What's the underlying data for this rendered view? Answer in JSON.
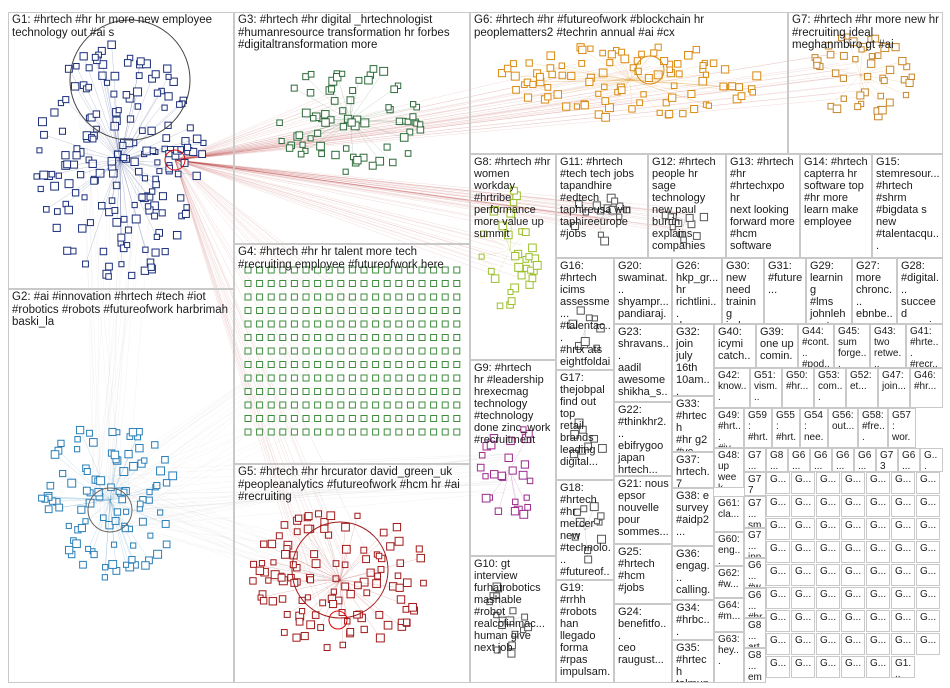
{
  "groups": [
    {
      "id": "G1",
      "label": "G1: #hrtech #hr hr more new employee\ntechnology out #ai s",
      "color": "#1c2f7a"
    },
    {
      "id": "G2",
      "label": "G2: #ai #innovation #hrtech #tech #iot\n#robotics #robots #futureofwork harbrimah\nbaski_la",
      "color": "#2a7fb8"
    },
    {
      "id": "G3",
      "label": "G3: #hrtech #hr digital _hrtechnologist\n#humanresource transformation hr forbes\n#digitaltransformation more",
      "color": "#2e6b3a"
    },
    {
      "id": "G4",
      "label": "G4: #hrtech #hr hr talent more tech\n#recruiting employee #futureofwork here",
      "color": "#3f8c3f"
    },
    {
      "id": "G5",
      "label": "G5: #hrtech #hr hrcurator david_green_uk\n#peopleanalytics #futureofwork #hcm hr #ai\n#recruiting",
      "color": "#a11a1a"
    },
    {
      "id": "G6",
      "label": "G6: #hrtech #hr #futureofwork #blockchain hr\npeoplematters2 #techrin annual #ai #cx",
      "color": "#d98a10"
    },
    {
      "id": "G7",
      "label": "G7: #hrtech #hr more new hr\n#recruiting ideal\nmeghanmbiro gt #ai",
      "color": "#c8862a"
    },
    {
      "id": "G8",
      "label": "G8: #hrtech #hr\nwomen\nworkday\n#hrtribe\nperformance\nmore value up\nsummit",
      "color": "#9cbf2a"
    },
    {
      "id": "G9",
      "label": "G9: #hrtech\nhr #leadership\nhrexecmag\ntechnology\n#technology\ndone zinc_work\n#recruitment",
      "color": "#9c2a8c"
    },
    {
      "id": "G10",
      "label": "G10: gt\ninterview\nfurhatrobotics\nmashable\n#robot\nrealcolinmac...\nhuman give\nnext job",
      "color": "#555"
    },
    {
      "id": "G11",
      "label": "G11: #hrtech\n#tech tech jobs\ntapandhire\n#edtech\ntaphireusa win\ntaphireeurope\n#jobs",
      "color": "#555"
    },
    {
      "id": "G12",
      "label": "G12: #hrtech\npeople hr\nsage\ntechnology\nnew paul\nburrin explains\ncompanies",
      "color": "#555"
    },
    {
      "id": "G13",
      "label": "G13: #hrtech\n#hr\n#hrtechxpo hr\nnext looking\nforward more\n#hcm\nsoftware",
      "color": "#555"
    },
    {
      "id": "G14",
      "label": "G14: #hrtech\ncapterra hr\nsoftware top\n#hr more\nlearn make\nemployee",
      "color": "#555"
    },
    {
      "id": "G15",
      "label": "G15:\nstemresour...\n#hrtech\n#shrm\n#bigdata s\nnew\n#talentacqu...",
      "color": "#555"
    },
    {
      "id": "G16",
      "label": "G16:\n#hrtech\nicims\nassessme...\n#talentac...\n#hrtx ats\neightfoldai\nadds...",
      "color": "#555"
    },
    {
      "id": "G17",
      "label": "G17:\nthejobpal\nfind out top\nretail\nbrands\nleading\ndigital...",
      "color": "#555"
    },
    {
      "id": "G18",
      "label": "G18:\n#hrtech #hr\nmercer\nnew\n#technolo...\n#futureof...\nknow...",
      "color": "#555"
    },
    {
      "id": "G19",
      "label": "G19: #rrhh\n#robots\nhan\nllegado\nforma\n#rpas\nimpulsam...",
      "color": "#555"
    },
    {
      "id": "G20",
      "label": "G20:\nswaminat...\nshyampr...\npandiaraj...\n#futureof...",
      "color": "#555"
    },
    {
      "id": "G21",
      "label": "G21: nous\nepsor\nnouvelle\npour\nsommes...",
      "color": "#555"
    },
    {
      "id": "G22",
      "label": "G22:\n#thinkhr2...\nebifrygoo\njapan\nhrtech...",
      "color": "#555"
    },
    {
      "id": "G23",
      "label": "G23:\nshravans...\naadil\nawesome\nshikha_s...",
      "color": "#555"
    },
    {
      "id": "G24",
      "label": "G24:\nbenefitfo...\nceo\nraugust...",
      "color": "#555"
    },
    {
      "id": "G25",
      "label": "G25:\n#hrtech\n#hcm\n#jobs",
      "color": "#555"
    },
    {
      "id": "G26",
      "label": "G26:\nhkp_gr...\nhr\nrichtlini...\ndes mir...",
      "color": "#555"
    },
    {
      "id": "G27",
      "label": "G27:\nmore\nchronc...\nebnbe...",
      "color": "#555"
    },
    {
      "id": "G28",
      "label": "G28:\n#digital...\nsucceed\norgani...\npurpos...",
      "color": "#555"
    },
    {
      "id": "G29",
      "label": "G29:\nlearning\n#lms\njohnleh\nsystem...",
      "color": "#555"
    },
    {
      "id": "G30",
      "label": "G30:\nnew\nneed\ntraining\nindegu...",
      "color": "#555"
    },
    {
      "id": "G31",
      "label": "G31:\n#future...",
      "color": "#555"
    },
    {
      "id": "G32",
      "label": "G32:\njoin july\n16th\n10am...",
      "color": "#555"
    },
    {
      "id": "G33",
      "label": "G33:\n#hrtech\n#hr g2\n#vc...",
      "color": "#555"
    },
    {
      "id": "G34",
      "label": "G34:\n#hrbc...\njoin...",
      "color": "#555"
    },
    {
      "id": "G35",
      "label": "G35:\n#hrtech\ntalmun...",
      "color": "#555"
    },
    {
      "id": "G36",
      "label": "G36:\nengag...\ncalling...",
      "color": "#555"
    },
    {
      "id": "G37",
      "label": "G37:\nhrtech.7\nオススメ",
      "color": "#555"
    },
    {
      "id": "G38",
      "label": "G38: e\nsurvey\n#aidp2...",
      "color": "#555"
    },
    {
      "id": "G39",
      "label": "G39:\none up\ncomin...",
      "color": "#555"
    },
    {
      "id": "G40",
      "label": "G40:\nicymi\ncatch...",
      "color": "#555"
    },
    {
      "id": "G41",
      "label": "G41:\n#hrte...\n#recr...",
      "color": "#555"
    },
    {
      "id": "G42",
      "label": "G42:\nknow...",
      "color": "#555"
    },
    {
      "id": "G43",
      "label": "G43:\ntwo\nretwe...",
      "color": "#555"
    },
    {
      "id": "G44",
      "label": "G44:\n#cont...\n#pod...",
      "color": "#555"
    },
    {
      "id": "G45",
      "label": "G45:\nsum\nforge...",
      "color": "#555"
    },
    {
      "id": "G46",
      "label": "G46:\n#hr...",
      "color": "#555"
    },
    {
      "id": "G47",
      "label": "G47:\njoin...",
      "color": "#555"
    },
    {
      "id": "G48",
      "label": "G48:\nup\nweek...",
      "color": "#555"
    },
    {
      "id": "G49",
      "label": "G49:\n#hrt...\n#iv...",
      "color": "#555"
    },
    {
      "id": "G50",
      "label": "G50:\n#hr...",
      "color": "#555"
    },
    {
      "id": "G51",
      "label": "G51:\nvism...",
      "color": "#555"
    },
    {
      "id": "G52",
      "label": "G52:\net...",
      "color": "#555"
    },
    {
      "id": "G53",
      "label": "G53:\ncom...",
      "color": "#555"
    },
    {
      "id": "G54",
      "label": "G54:\nnee...",
      "color": "#555"
    },
    {
      "id": "G55",
      "label": "G55:\n#hrt...",
      "color": "#555"
    },
    {
      "id": "G56",
      "label": "G56:\nout...",
      "color": "#555"
    },
    {
      "id": "G57",
      "label": "G57:\nwor...",
      "color": "#555"
    },
    {
      "id": "G58",
      "label": "G58:\n#fre...",
      "color": "#555"
    },
    {
      "id": "G59",
      "label": "G59:\n#hrt...",
      "color": "#555"
    },
    {
      "id": "G60",
      "label": "G60:\neng...",
      "color": "#555"
    },
    {
      "id": "G61",
      "label": "G61:\ncla...",
      "color": "#555"
    },
    {
      "id": "G62",
      "label": "G62:\n#w...",
      "color": "#555"
    },
    {
      "id": "G63",
      "label": "G63:\nhey...",
      "color": "#555"
    },
    {
      "id": "G64",
      "label": "G64:\n#m...",
      "color": "#555"
    }
  ],
  "small_groups": [
    {
      "id": "G65",
      "label": "G7...\n#hr..."
    },
    {
      "id": "G66",
      "label": "G8...\nlev..."
    },
    {
      "id": "G67",
      "label": "G6...\ncar..."
    },
    {
      "id": "G68",
      "label": "G6...\n沸..."
    },
    {
      "id": "G69",
      "label": "G6...\noct..."
    },
    {
      "id": "G70",
      "label": "G6...\nma..."
    },
    {
      "id": "G71",
      "label": "G73\n#..."
    },
    {
      "id": "G72",
      "label": "G77\ngi..."
    },
    {
      "id": "G73",
      "label": "G7...\nsm..."
    },
    {
      "id": "G74",
      "label": "G7...\ninn..."
    },
    {
      "id": "G75",
      "label": "G6...\n#w..."
    },
    {
      "id": "G76",
      "label": "G6...\n#hr..."
    },
    {
      "id": "G77",
      "label": "G8...\nart..."
    },
    {
      "id": "G78",
      "label": "G8...\nem..."
    },
    {
      "id": "G79",
      "label": "G6...\n僕..."
    },
    {
      "id": "G80",
      "label": "G...\njoi..."
    }
  ],
  "tiny_cells": [
    "G...",
    "G...",
    "G...",
    "G...",
    "G...",
    "G...",
    "G...",
    "G...",
    "G...",
    "G...",
    "G...",
    "G...",
    "G...",
    "G...",
    "G...",
    "G...",
    "G...",
    "G...",
    "G...",
    "G...",
    "G...",
    "G...",
    "G...",
    "G...",
    "G...",
    "G...",
    "G...",
    "G...",
    "G...",
    "G...",
    "G...",
    "G...",
    "G...",
    "G...",
    "G...",
    "G...",
    "G...",
    "G...",
    "G...",
    "G...",
    "G...",
    "G...",
    "G...",
    "G...",
    "G...",
    "G...",
    "G...",
    "G...",
    "G...",
    "G...",
    "G...",
    "G...",
    "G...",
    "G...",
    "G...",
    "G...",
    "G...",
    "G...",
    "G...",
    "G...",
    "G...",
    "G1..."
  ],
  "colors": {
    "edge": "#b44",
    "edge_gray": "#999",
    "border": "#c9c9c9"
  }
}
